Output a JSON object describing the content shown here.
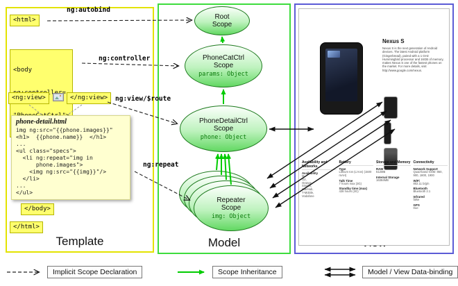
{
  "panels": {
    "template_label": "Template",
    "model_label": "Model",
    "view_label": "View"
  },
  "template": {
    "html_open": "<html>",
    "body_open": [
      "<body",
      "ng:controller=",
      "\"PhoneCatCtrl\">"
    ],
    "ngview_open": "<ng:view>",
    "ngview_close": "</ng:view>",
    "body_close": "</body>",
    "html_close": "</html>",
    "note": {
      "title": "phone-detail.html",
      "lines": [
        "img ng:src=\"{{phone.images}}\"",
        "<h1>  {{phone.name}}  </h1>",
        "...",
        "<ul class=\"specs\">",
        "  <li ng:repeat=\"img in",
        "      phone.images\">",
        "    <img ng:src=\"{{img}}\"/>",
        "  </li>",
        "...",
        "</ul>"
      ]
    },
    "annotations": {
      "autobind": "ng:autobind",
      "controller": "ng:controller",
      "view_route": "ng:view/$route",
      "repeat": "ng:repeat"
    }
  },
  "model": {
    "root": {
      "line1": "Root",
      "line2": "Scope"
    },
    "phonecat": {
      "line1": "PhoneCatCtrl",
      "line2": "Scope",
      "prop": "params: Object"
    },
    "phonedetail": {
      "line1": "PhoneDetailCtrl",
      "line2": "Scope",
      "prop": "phone: Object"
    },
    "repeater": {
      "line1": "Repeater",
      "line2": "Scope",
      "prop": "img: Object"
    }
  },
  "view": {
    "title": "Nexus S",
    "description": "Nexus S is the next generation of Android devices. The latest Android platform (Gingerbread), paired with a 1 GHz Hummingbird processor and 16GB of memory, makes Nexus S one of the fastest phones on the market. For more details, visit http://www.google.com/nexus.",
    "specs": {
      "availability": {
        "header": "Availability and Networks",
        "label": "Availability",
        "values": [
          "M,",
          "O2,",
          "Orange,",
          "Singtel,",
          "StarHub,",
          "T-Mobile,",
          "Vodafone"
        ]
      },
      "battery": {
        "header": "Battery",
        "rows": [
          {
            "k": "Type",
            "v": "Lithium Ion (Li-Ion) (1500 mAH)"
          },
          {
            "k": "Talk Time",
            "v": "7 hours max (3G)"
          },
          {
            "k": "Standby time (max)",
            "v": "428 hours (3G)"
          }
        ]
      },
      "storage": {
        "header": "Storage and Memory",
        "rows": [
          {
            "k": "RAM",
            "v": "512MB"
          },
          {
            "k": "Internal Storage",
            "v": "16384MB"
          }
        ]
      },
      "connectivity": {
        "header": "Connectivity",
        "rows": [
          {
            "k": "Network Support",
            "v": "Quad-band GSM: 850, 900, 1800, 1900"
          },
          {
            "k": "WiFi",
            "v": "802.11 b/g/n"
          },
          {
            "k": "Bluetooth",
            "v": "Bluetooth 2.1"
          },
          {
            "k": "Infrared",
            "v": "false"
          },
          {
            "k": "GPS",
            "v": "true"
          }
        ]
      }
    }
  },
  "legend": {
    "implicit": "Implicit Scope Declaration",
    "inheritance": "Scope Inheritance",
    "databinding": "Model / View Data-binding"
  },
  "colors": {
    "template_border": "#e3e300",
    "model_border": "#3ddc3d",
    "view_border": "#5b5bd6",
    "scope_green": "#00cc00",
    "code_yellow": "#ffff6e",
    "note_yellow": "#ffffd0"
  }
}
